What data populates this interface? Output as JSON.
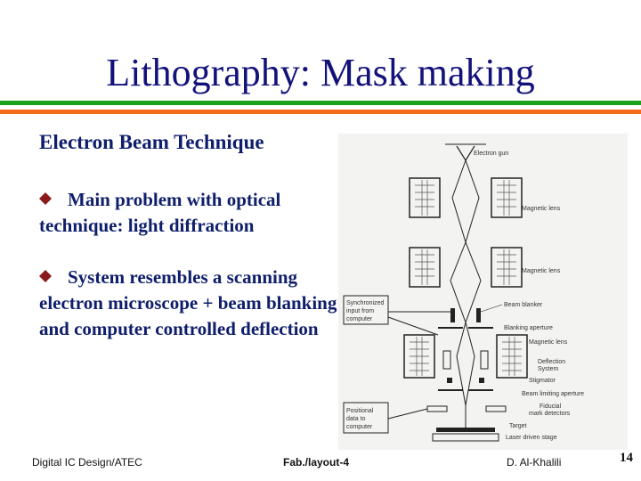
{
  "title": "Lithography: Mask making",
  "subtitle": "Electron Beam Technique",
  "bullets": [
    {
      "text": "Main problem with optical technique: light diffraction",
      "icon": "diamond-bullet-icon"
    },
    {
      "text": "System resembles a scanning electron microscope + beam blanking and computer controlled deflection",
      "icon": "diamond-bullet-icon"
    }
  ],
  "diagram": {
    "labels": {
      "electron_gun": "Electron gun",
      "magnetic_lens_1": "Magnetic lens",
      "magnetic_lens_2": "Magnetic lens",
      "sync_input_1": "Synchronized",
      "sync_input_2": "input from",
      "sync_input_3": "computer",
      "beam_blanker": "Beam blanker",
      "blanking_aperture": "Blanking aperture",
      "magnetic_lens_3": "Magnetic lens",
      "deflection_1": "Deflection",
      "deflection_2": "System",
      "stigmator": "Stigmator",
      "beam_limiting_aperture": "Beam limiting aperture",
      "fiducial_1": "Fiducial",
      "fiducial_2": "mark detectors",
      "positional_1": "Positional",
      "positional_2": "data to",
      "positional_3": "computer",
      "target": "Target",
      "laser_stage": "Laser driven stage"
    }
  },
  "footer": {
    "left": "Digital IC Design/ATEC",
    "center": "Fab./layout-4",
    "right": "D. Al-Khalili",
    "page": "14"
  },
  "colors": {
    "title": "#13127a",
    "text": "#0e1e6b",
    "bullet": "#8b1a1a",
    "rule_green": "#1aa31a",
    "rule_orange": "#f26a1b"
  }
}
